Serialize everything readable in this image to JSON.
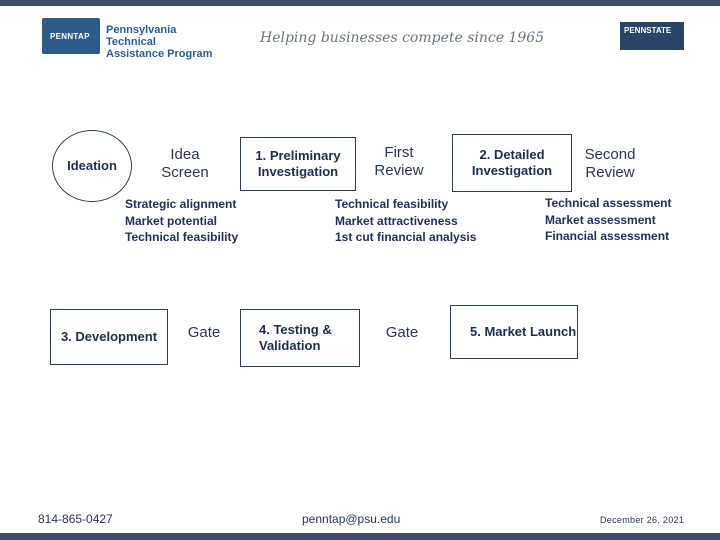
{
  "header": {
    "logo_abbr": "PENNTAP",
    "logo_line1": "Pennsylvania Technical",
    "logo_line2": "Assistance Program",
    "tagline": "Helping businesses compete since 1965",
    "psu_logo": "PENNSTATE"
  },
  "flow": {
    "ideation": "Ideation",
    "idea_screen": "Idea Screen",
    "preliminary": "1. Preliminary Investigation",
    "first_review": "First Review",
    "detailed": "2. Detailed Investigation",
    "second_review": "Second Review",
    "development": "3. Development",
    "gate_1": "Gate",
    "testing": "4. Testing & Validation",
    "gate_2": "Gate",
    "market_launch": "5. Market Launch"
  },
  "criteria": {
    "idea_screen": [
      "Strategic alignment",
      "Market potential",
      "Technical feasibility"
    ],
    "first_review": [
      "Technical feasibility",
      "Market attractiveness",
      "1st cut financial analysis"
    ],
    "second_review": [
      "Technical assessment",
      "Market assessment",
      "Financial assessment"
    ]
  },
  "footer": {
    "phone": "814-865-0427",
    "email": "penntap@psu.edu",
    "date": "December 26, 2021"
  }
}
